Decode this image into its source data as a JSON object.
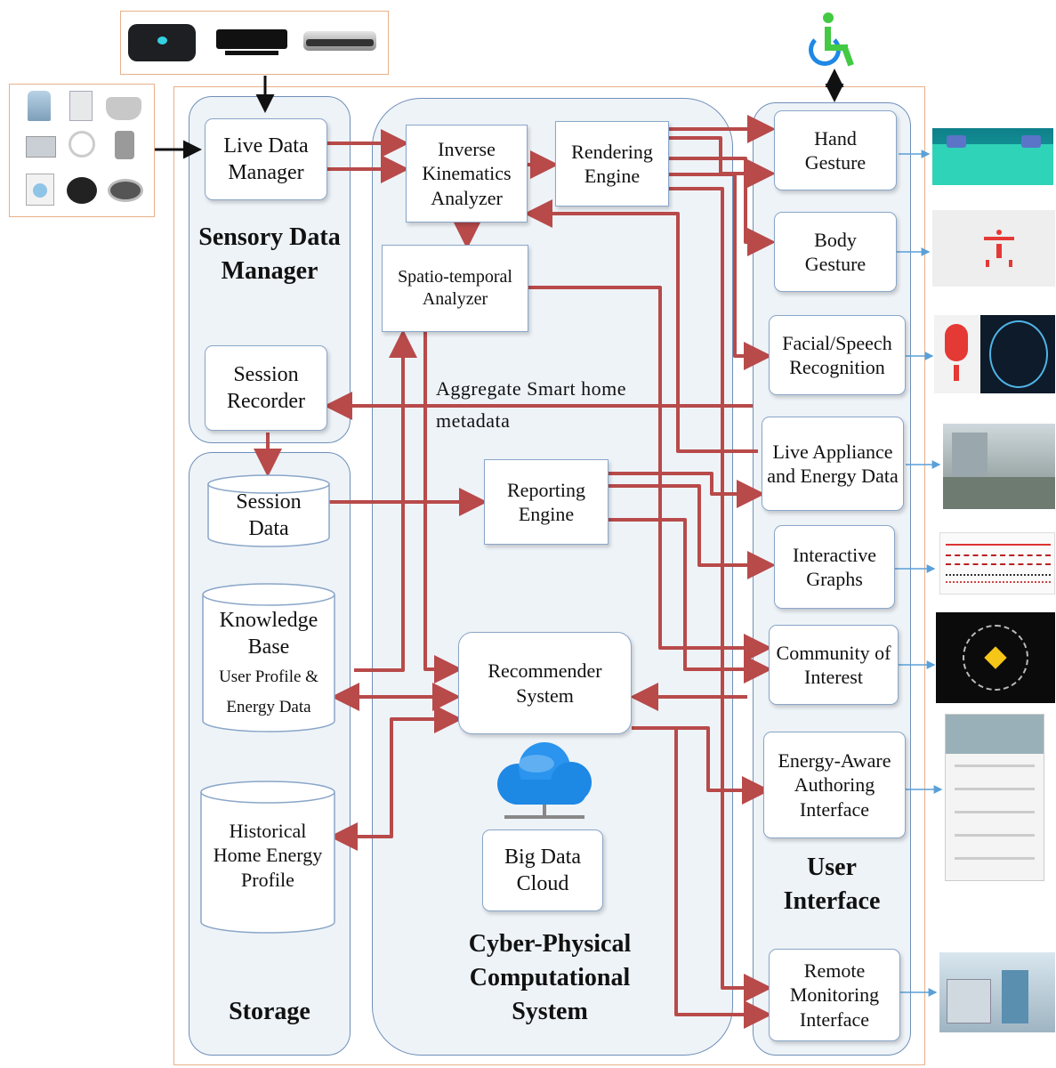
{
  "sections": {
    "sensory": "Sensory Data Manager",
    "storage": "Storage",
    "cps": "Cyber-Physical Computational System",
    "ui": "User Interface"
  },
  "nodes": {
    "live_data_manager": "Live Data Manager",
    "session_recorder": "Session Recorder",
    "session_data": "Session Data",
    "knowledge_base": "Knowledge Base",
    "knowledge_base_sub_1": "User Profile &",
    "knowledge_base_sub_2": "Energy Data",
    "historical": "Historical Home Energy Profile",
    "ik_analyzer": "Inverse Kinematics Analyzer",
    "rendering_engine": "Rendering Engine",
    "spatio_temporal": "Spatio-temporal Analyzer",
    "reporting_engine": "Reporting Engine",
    "recommender": "Recommender System",
    "big_data_cloud": "Big Data Cloud",
    "hand_gesture": "Hand Gesture",
    "body_gesture": "Body Gesture",
    "facial_speech": "Facial/Speech Recognition",
    "live_appliance": "Live Appliance and Energy Data",
    "interactive_graphs": "Interactive Graphs",
    "community": "Community of Interest",
    "authoring": "Energy-Aware Authoring Interface",
    "remote_monitoring": "Remote Monitoring Interface"
  },
  "annotations": {
    "aggregate_1": "Aggregate Smart home",
    "aggregate_2": "metadata"
  },
  "colors": {
    "arrow": "#b84a4a",
    "panel_border": "#6f8fb8",
    "outer_border": "#e8b08a",
    "wheelchair_blue": "#1e88e5",
    "wheelchair_green": "#43c943"
  },
  "icons": {
    "sensors": [
      "sensor-device-icon",
      "kinect-sensor-icon",
      "leap-motion-icon"
    ],
    "appliances": [
      "blender-icon",
      "fridge-icon",
      "pot-icon",
      "dishwasher-icon",
      "mixer-icon",
      "grinder-icon",
      "washing-machine-icon",
      "frying-pan-icon",
      "griddle-icon"
    ],
    "accessibility": "wheelchair-icon",
    "cloud": "cloud-server-icon"
  }
}
